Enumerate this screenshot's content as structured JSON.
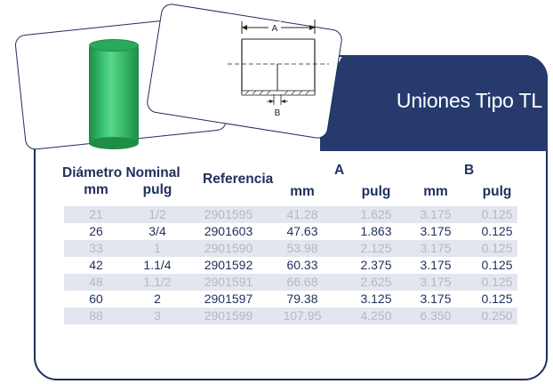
{
  "title": "Uniones Tipo TL",
  "diagram": {
    "label_a": "A",
    "label_b": "B"
  },
  "table": {
    "group_headers": {
      "diametro_nominal": "Diámetro Nominal",
      "referencia": "Referencia",
      "a": "A",
      "b": "B"
    },
    "sub_headers": {
      "mm": "mm",
      "pulg": "pulg",
      "a_mm": "mm",
      "a_pulg": "pulg",
      "b_mm": "mm",
      "b_pulg": "pulg"
    },
    "rows": [
      {
        "mm": "21",
        "pulg": "1/2",
        "ref": "2901595",
        "a_mm": "41.28",
        "a_pulg": "1.625",
        "b_mm": "3.175",
        "b_pulg": "0.125"
      },
      {
        "mm": "26",
        "pulg": "3/4",
        "ref": "2901603",
        "a_mm": "47.63",
        "a_pulg": "1.863",
        "b_mm": "3.175",
        "b_pulg": "0.125"
      },
      {
        "mm": "33",
        "pulg": "1",
        "ref": "2901590",
        "a_mm": "53.98",
        "a_pulg": "2.125",
        "b_mm": "3.175",
        "b_pulg": "0.125"
      },
      {
        "mm": "42",
        "pulg": "1.1/4",
        "ref": "2901592",
        "a_mm": "60.33",
        "a_pulg": "2.375",
        "b_mm": "3.175",
        "b_pulg": "0.125"
      },
      {
        "mm": "48",
        "pulg": "1.1/2",
        "ref": "2901591",
        "a_mm": "66.68",
        "a_pulg": "2.625",
        "b_mm": "3.175",
        "b_pulg": "0.125"
      },
      {
        "mm": "60",
        "pulg": "2",
        "ref": "2901597",
        "a_mm": "79.38",
        "a_pulg": "3.125",
        "b_mm": "3.175",
        "b_pulg": "0.125"
      },
      {
        "mm": "88",
        "pulg": "3",
        "ref": "2901599",
        "a_mm": "107.95",
        "a_pulg": "4.250",
        "b_mm": "6.350",
        "b_pulg": "0.250"
      }
    ]
  },
  "colors": {
    "navy": "#263a6e",
    "pipe_green": "#39c373",
    "shaded_row": "#e3e6ee"
  }
}
